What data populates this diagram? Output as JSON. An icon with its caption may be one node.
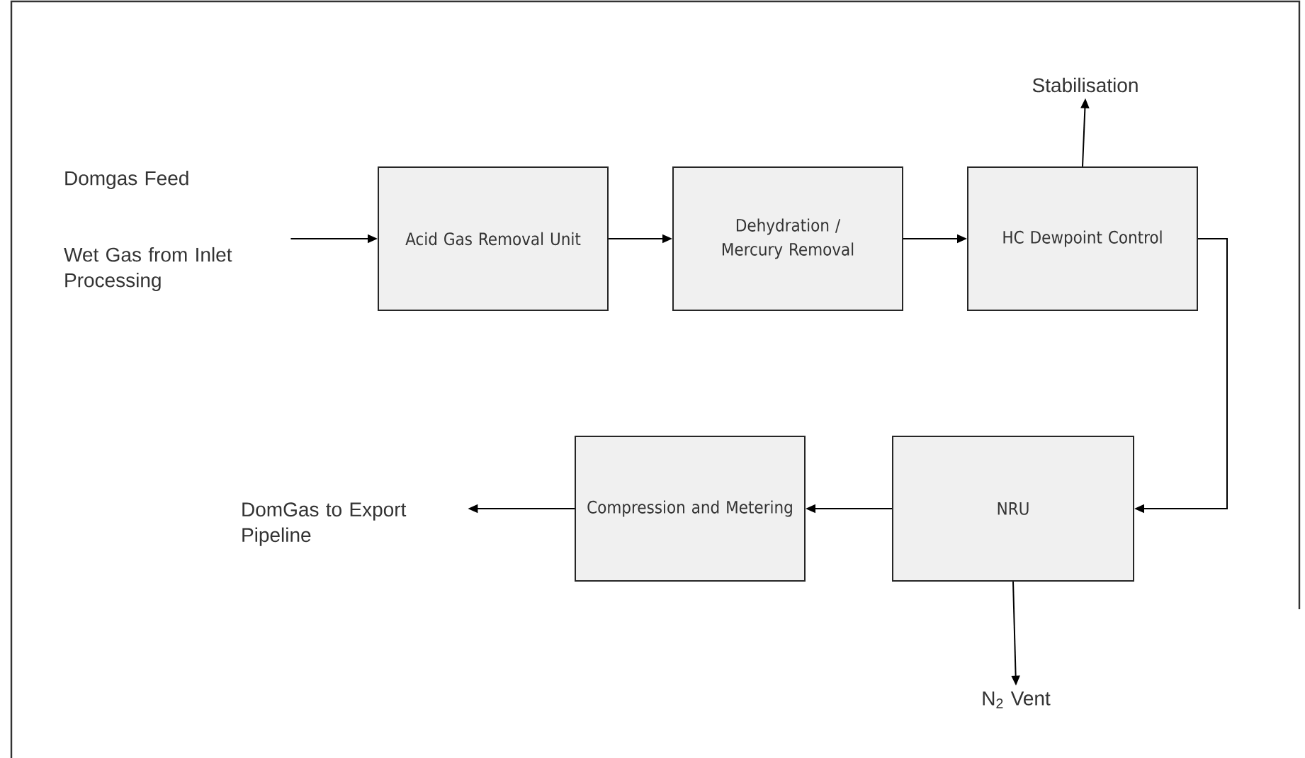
{
  "diagram": {
    "nodes": [
      {
        "text": [
          "Wet Gas from Inlet Processing"
        ]
      },
      {
        "text": [
          "Acid Gas Removal Unit"
        ]
      },
      {
        "text": [
          "Dehydration / Mercury Removal"
        ]
      },
      {
        "text": [
          "HC Dewpoint Control"
        ]
      },
      {
        "text": [
          "Stabilisation"
        ]
      },
      {
        "text": [
          "NRU"
        ]
      },
      {
        "text": [
          "Compression and Metering"
        ]
      },
      {
        "text": [
          "DomGas to Export Pipeline"
        ]
      },
      {
        "text": [
          "N$_{2}$ Vent"
        ]
      }
    ],
    "edges": [
      {
        "from": 0,
        "to": 1,
        "arrow": "to"
      },
      {
        "from": 1,
        "to": 2,
        "arrow": "to"
      },
      {
        "from": 2,
        "to": 3,
        "arrow": "to"
      },
      {
        "from": 3,
        "to": 4,
        "arrow": "to"
      },
      {
        "from": 3,
        "to": 5,
        "arrow": "to"
      },
      {
        "from": 5,
        "to": 6,
        "arrow": "to"
      },
      {
        "from": 6,
        "to": 7,
        "arrow": "to"
      },
      {
        "from": 5,
        "to": 8,
        "arrow": "to"
      }
    ],
    "labels": [
      "Domgas Feed"
    ]
  }
}
